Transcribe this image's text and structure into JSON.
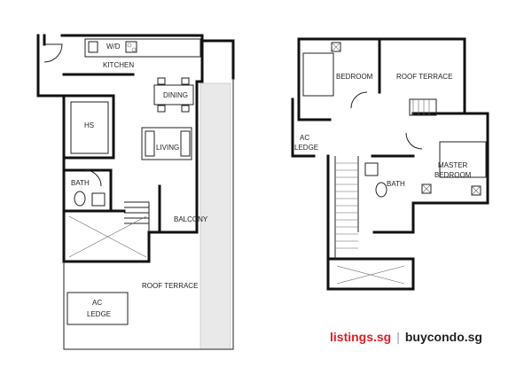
{
  "lower_floor": {
    "labels": {
      "wd": "W/D",
      "kitchen": "KITCHEN",
      "dining": "DINING",
      "hs": "HS",
      "living": "LIVING",
      "bath": "BATH",
      "balcony": "BALCONY",
      "roof_terrace": "ROOF TERRACE",
      "ac": "AC",
      "ledge": "LEDGE"
    }
  },
  "upper_floor": {
    "labels": {
      "bedroom": "BEDROOM",
      "roof_terrace": "ROOF TERRACE",
      "ac": "AC",
      "ledge": "LEDGE",
      "master": "MASTER",
      "master_bedroom": "BEDROOM",
      "bath": "BATH"
    }
  },
  "watermark": {
    "site_a": "listings.sg",
    "separator": "|",
    "site_b": "buycondo.sg"
  },
  "colors": {
    "wall": "#111111",
    "watermark_red": "#e01e24",
    "watermark_dark": "#222222"
  }
}
